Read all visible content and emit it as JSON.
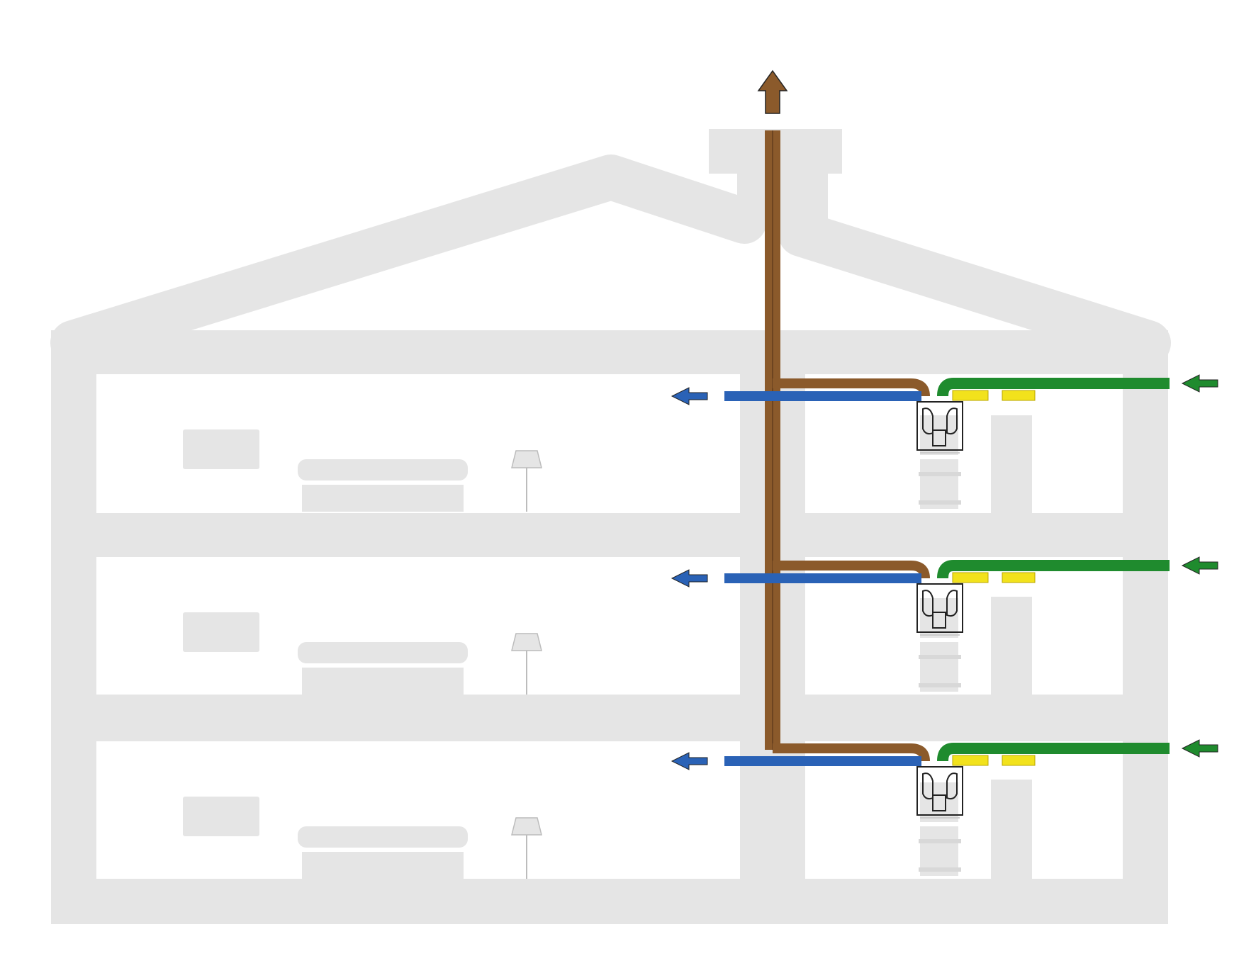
{
  "diagram": {
    "type": "mechanical-ventilation-section",
    "building": {
      "floors": 3,
      "roof": "gable",
      "chimney": true
    },
    "flows": {
      "exhaust": {
        "color": "#8b5a2b",
        "direction": "up-and-out-through-roof"
      },
      "supply_indoor": {
        "color": "#2a62b6",
        "direction": "into-rooms"
      },
      "fresh_air_intake": {
        "color": "#1f8b2e",
        "direction": "from-outside"
      },
      "filter": {
        "color": "#f2e21c"
      }
    },
    "colors": {
      "wall": "#e5e5e5",
      "furniture": "#e5e5e5",
      "unit_outline": "#222222",
      "background": "#ffffff"
    },
    "icons": [
      "exhaust-up-arrow",
      "supply-left-arrow",
      "intake-left-arrow",
      "ventilation-unit-icon",
      "lamp-icon",
      "sofa-icon",
      "window-icon"
    ]
  }
}
